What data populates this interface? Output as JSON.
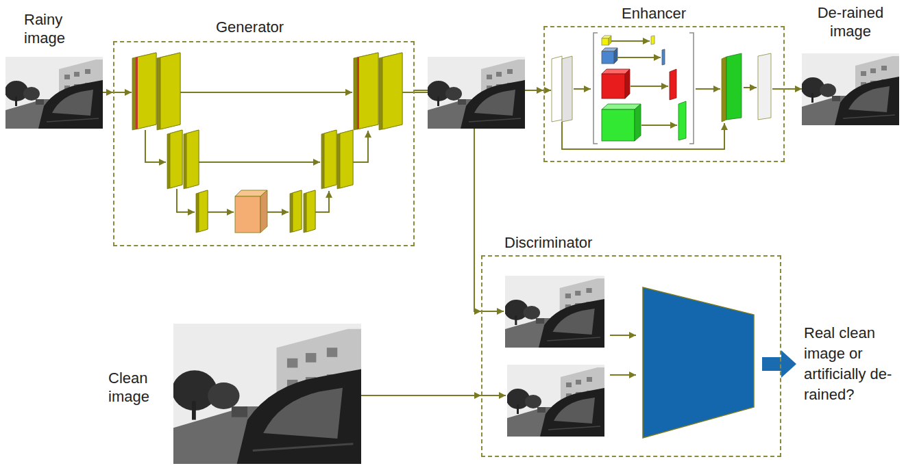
{
  "diagram": {
    "nodes": [
      {
        "text": [
          "Rainy image"
        ]
      },
      {
        "text": [
          "Generator"
        ]
      },
      {
        "text": [
          "Enhancer"
        ]
      },
      {
        "text": [
          "De-rained image"
        ]
      },
      {
        "text": [
          "Discriminator"
        ]
      },
      {
        "text": [
          "Clean image"
        ]
      }
    ],
    "edges": [
      {
        "from": 0,
        "to": 1,
        "arrow": "to"
      },
      {
        "from": 1,
        "to": 2,
        "arrow": "to"
      },
      {
        "from": 2,
        "to": 3,
        "arrow": "to"
      },
      {
        "from": 1,
        "to": 4,
        "arrow": "to"
      },
      {
        "from": 5,
        "to": 4,
        "arrow": "to"
      }
    ],
    "labels": [
      "Real clean image or artificially de-rained?"
    ]
  }
}
